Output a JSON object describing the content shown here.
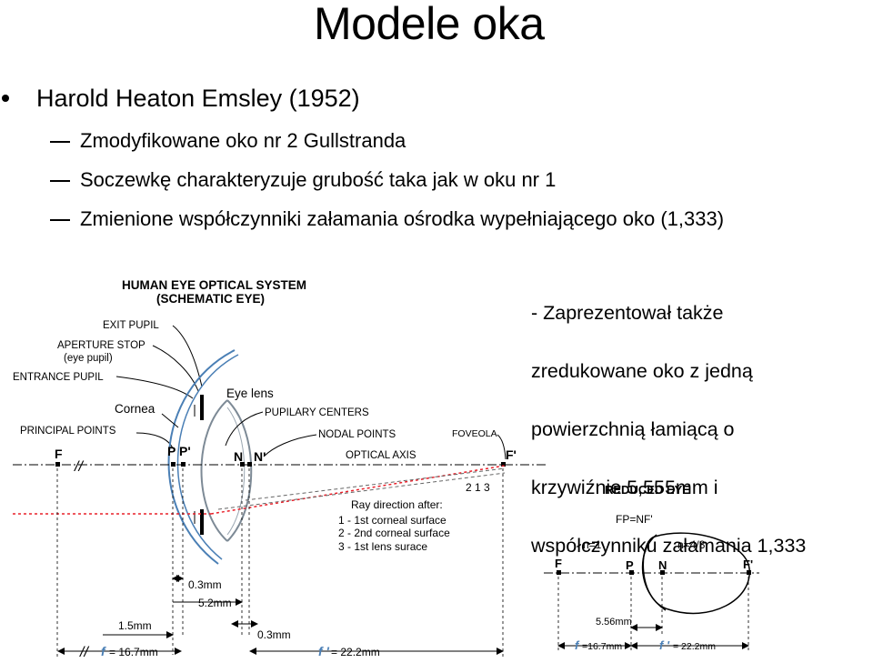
{
  "title": "Modele oka",
  "bullet": {
    "text": "Harold Heaton Emsley (1952)",
    "sub_items": [
      "Zmodyfikowane oko nr 2 Gullstranda",
      "Soczewkę charakteryzuje grubość taka jak w oku nr 1",
      "Zmienione współczynniki załamania ośrodka wypełniającego oko (1,333)"
    ]
  },
  "note_lines": [
    "- Zaprezentował także",
    "zredukowane oko z jedną",
    "powierzchnią łamiącą o",
    "krzywiźnie 5,555mm i",
    "współczynniku załamania 1,333"
  ],
  "schematic": {
    "heading_1": "HUMAN EYE OPTICAL SYSTEM",
    "heading_2": "(SCHEMATIC EYE)",
    "exit_pupil": "EXIT PUPIL",
    "aperture_stop": "APERTURE STOP",
    "eye_pupil": "(eye pupil)",
    "entrance_pupil": "ENTRANCE PUPIL",
    "cornea": "Cornea",
    "principal_points": "PRINCIPAL POINTS",
    "eye_lens": "Eye lens",
    "pupilary_centers": "PUPILARY CENTERS",
    "nodal_points": "NODAL POINTS",
    "foveola": "FOVEOLA",
    "optical_axis": "OPTICAL AXIS",
    "point_F": "F",
    "point_P": "P",
    "point_P_prime": "P'",
    "point_N": "N",
    "point_N_prime": "N'",
    "point_F_prime": "F'",
    "ray_labels": "2 1 3",
    "ray_heading": "Ray direction after:",
    "ray_1": "1 - 1st corneal surface",
    "ray_2": "2 - 2nd corneal surface",
    "ray_3": "3 - 1st lens surace",
    "dim_03a": "0.3mm",
    "dim_52": "5.2mm",
    "dim_15": "1.5mm",
    "dim_03b": "0.3mm",
    "f_label": "f",
    "f_value": "= 16.7mm",
    "fp_label": "f '",
    "fp_value": "= 22.2mm",
    "colors": {
      "accent_blue": "#4a7fb5",
      "ray_red": "#e8202a"
    }
  },
  "reduced": {
    "heading": "REDUCED EYE",
    "fp_nf": "FP=NF'",
    "n1": "n=1",
    "n43": "n=4/3",
    "point_F": "F",
    "point_P": "P",
    "point_N": "N",
    "point_F_prime": "F'",
    "dim_556": "5.56mm",
    "f_label": "f",
    "f_value": "=16.7mm",
    "fp_label": "f '",
    "fp_value": "= 22.2mm"
  }
}
